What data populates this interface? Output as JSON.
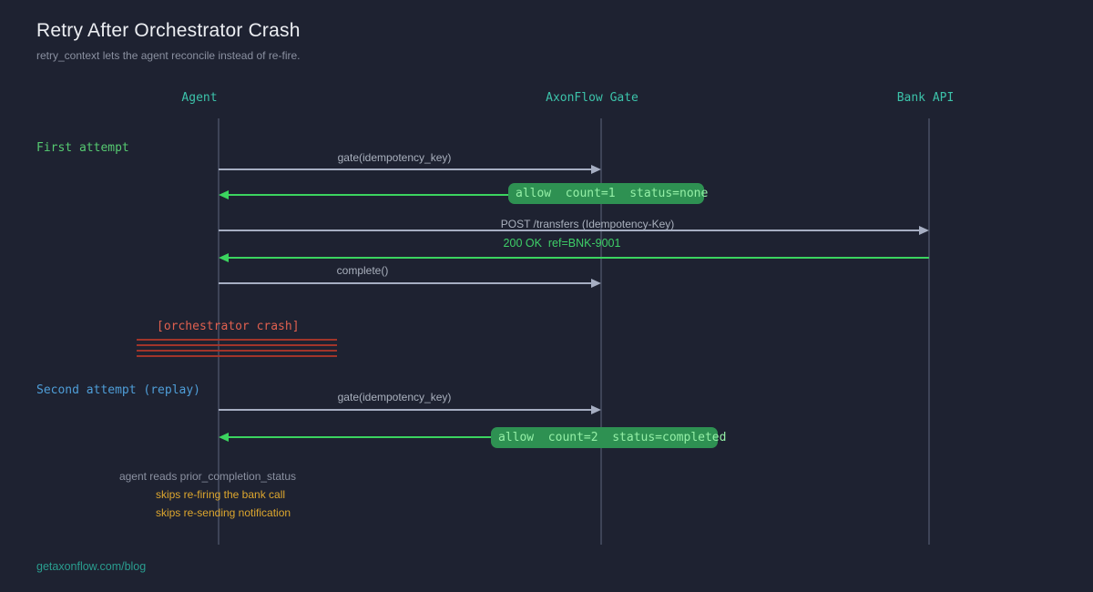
{
  "header": {
    "title": "Retry After Orchestrator Crash",
    "subtitle": "retry_context lets the agent reconcile instead of re-fire."
  },
  "actors": [
    {
      "label": "Agent"
    },
    {
      "label": "AxonFlow Gate"
    },
    {
      "label": "Bank API"
    }
  ],
  "sections": {
    "first_label": "First attempt",
    "second_label": "Second attempt (replay)"
  },
  "messages": {
    "gate_call_1": "gate(idempotency_key)",
    "allow_reply_1": "allow  count=1  status=none",
    "bank_call": "POST /transfers (Idempotency-Key)",
    "bank_reply": "200 OK  ref=BNK-9001",
    "complete_call": "complete()",
    "gate_call_2": "gate(idempotency_key)",
    "allow_reply_2": "allow  count=2  status=completed"
  },
  "crash": {
    "label": "[orchestrator crash]"
  },
  "notes": {
    "line1": "agent reads prior_completion_status",
    "line2": "skips re-firing the bank call",
    "line3": "skips re-sending notification"
  },
  "footer": {
    "link": "getaxonflow.com/blog"
  },
  "colors": {
    "background": "#1e2231",
    "actor_teal": "#3cc3aa",
    "bright_green": "#3bd45f",
    "pill_green": "#2e9152",
    "pill_text_green": "#94efa6",
    "section_green": "#56ca71",
    "replay_blue": "#4f9ed8",
    "crash_red": "#e0604f",
    "crash_line_red": "#a1352a",
    "note_orange": "#dea72e",
    "arrow_gray": "#a6aec2",
    "footer_teal": "#2a9d8f"
  }
}
